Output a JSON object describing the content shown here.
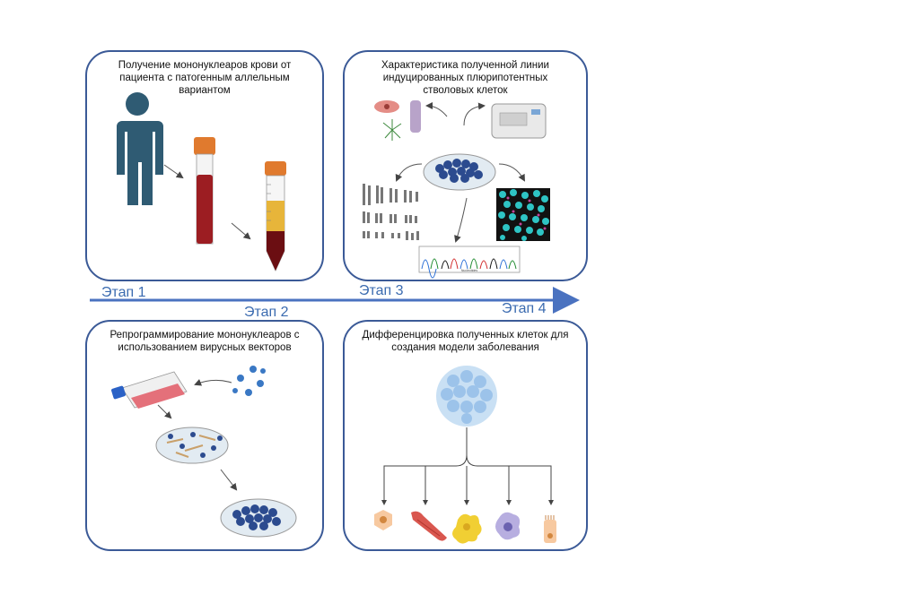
{
  "panels": {
    "p1": "Получение мононуклеаров крови от пациента с патогенным аллельным вариантом",
    "p2": "Характеристика полученной линии индуцированных плюрипотентных стволовых клеток",
    "p3": "Репрограммирование мононуклеаров с использованием вирусных векторов",
    "p4": "Дифференцировка полученных клеток для создания модели заболевания"
  },
  "stages": {
    "s1": "Этап 1",
    "s2": "Этап 2",
    "s3": "Этап 3",
    "s4": "Этап 4"
  },
  "sanger_axis_label": "Nucleotides",
  "colors": {
    "panel_border": "#3b5a97",
    "stage_text": "#3b6bb0",
    "arrow": "#4a72c0",
    "person": "#2f5b73",
    "blood": "#9c1d22",
    "cap": "#e07a2e",
    "petri_cell": "#2c4b8f",
    "fluor_bg": "#111111",
    "fluor_cell": "#2ec4c4"
  }
}
